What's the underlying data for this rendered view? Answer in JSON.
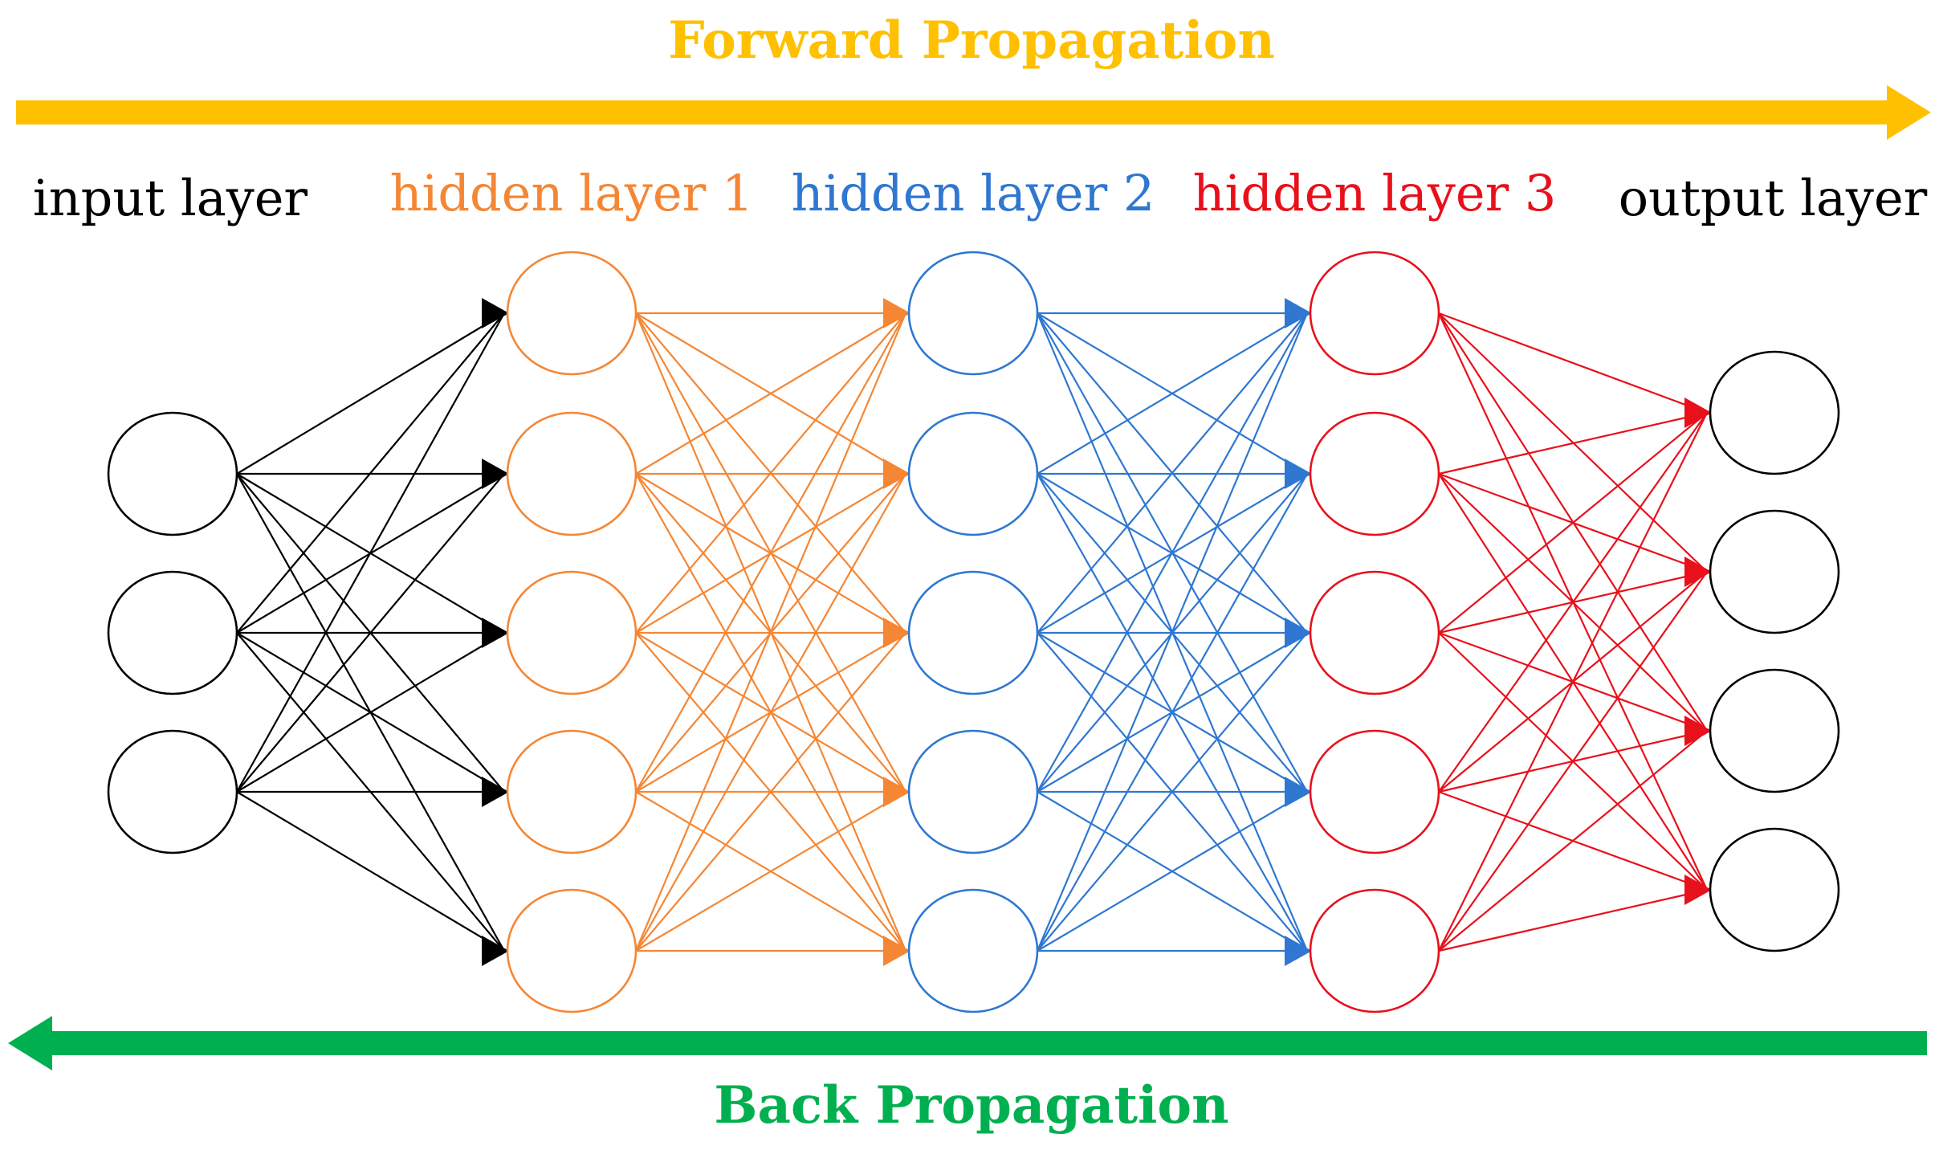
{
  "forward": {
    "label": "Forward Propagation",
    "color": "#FFC000"
  },
  "back": {
    "label": "Back Propagation",
    "color": "#00B050"
  },
  "layers": [
    {
      "key": "input",
      "label": "input layer",
      "nodes": 3,
      "color": "#000000"
    },
    {
      "key": "hidden1",
      "label": "hidden layer 1",
      "nodes": 5,
      "color": "#F58634"
    },
    {
      "key": "hidden2",
      "label": "hidden layer 2",
      "nodes": 5,
      "color": "#2F77D0"
    },
    {
      "key": "hidden3",
      "label": "hidden layer 3",
      "nodes": 5,
      "color": "#E8101B"
    },
    {
      "key": "output",
      "label": "output layer",
      "nodes": 4,
      "color": "#000000"
    }
  ]
}
